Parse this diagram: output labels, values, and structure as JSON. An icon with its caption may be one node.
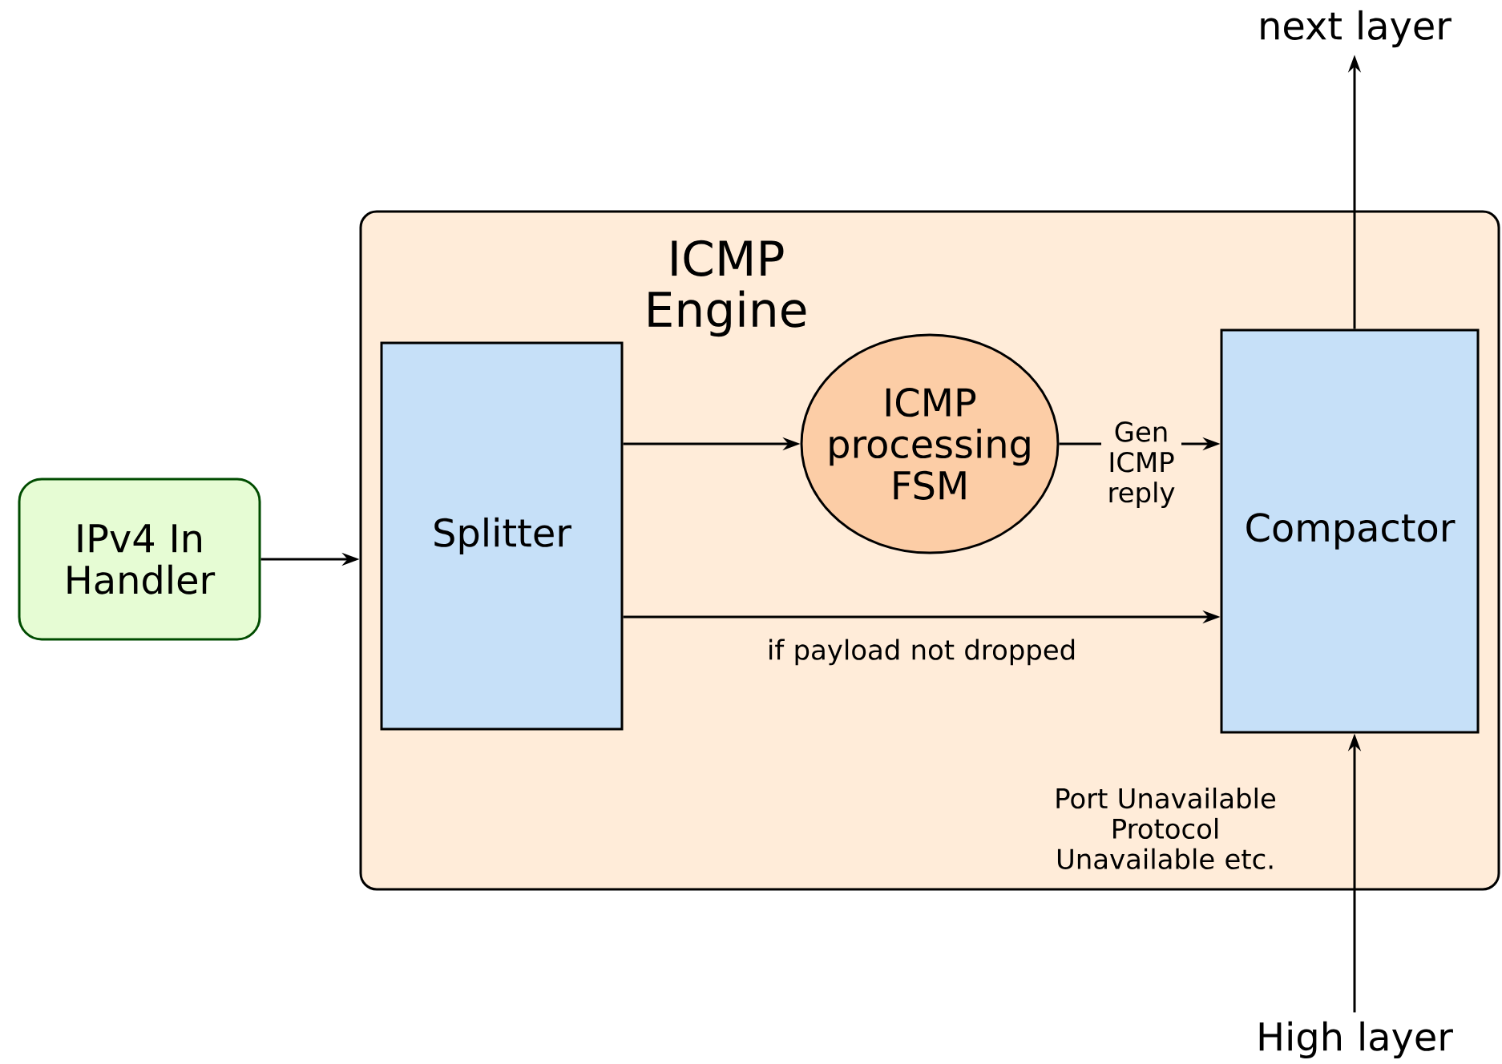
{
  "diagram": {
    "nodes": [
      {
        "text": [
          "ICMP Engine"
        ]
      },
      {
        "text": [
          "IPv4 In Handler"
        ]
      },
      {
        "text": [
          "Splitter"
        ],
        "in": 0
      },
      {
        "text": [
          "ICMP processing FSM"
        ],
        "in": 0
      },
      {
        "text": [
          "Compactor"
        ],
        "in": 0
      },
      {
        "text": [
          "next layer"
        ]
      },
      {
        "text": [
          "High layer"
        ]
      }
    ],
    "edges": [
      {
        "from": 1,
        "to": 0,
        "arrow": "to"
      },
      {
        "from": 2,
        "to": 3,
        "arrow": "to"
      },
      {
        "from": 3,
        "to": 4,
        "arrow": "to",
        "label": "Gen ICMP reply"
      },
      {
        "from": 2,
        "to": 4,
        "arrow": "to",
        "label": "if payload not dropped"
      },
      {
        "from": 4,
        "to": 5,
        "arrow": "to"
      },
      {
        "from": 6,
        "to": 4,
        "arrow": "to",
        "label": "Port Unavailable Protocol Unavailable etc."
      }
    ]
  }
}
